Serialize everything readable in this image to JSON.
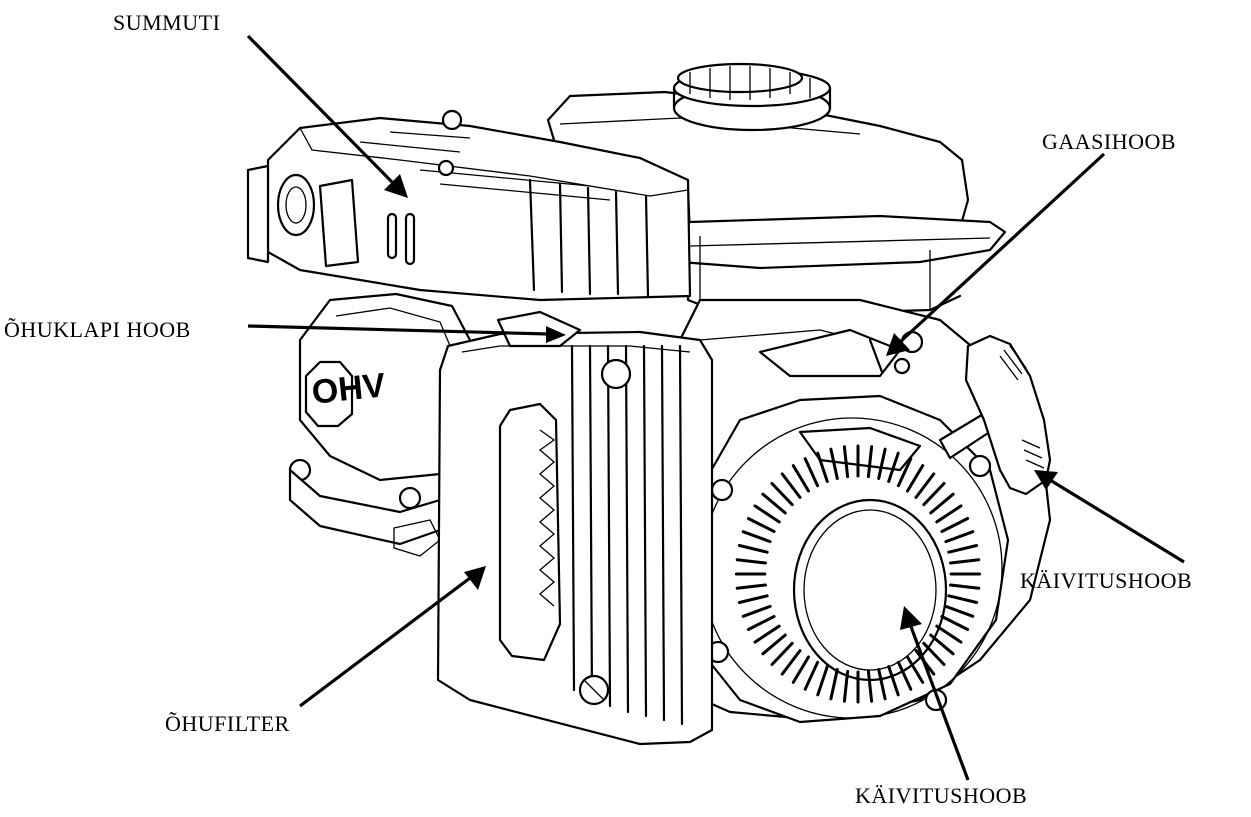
{
  "labels": {
    "muffler": "SUMMUTI",
    "throttle_lever": "GAASIHOOB",
    "choke_lever": "ÕHUKLAPI HOOB",
    "starter_handle": "KÄIVITUSHOOB",
    "air_filter": "ÕHUFILTER",
    "recoil_starter": "KÄIVITUSHOOB"
  },
  "engine": {
    "valve_cover_text": "OHV"
  },
  "colors": {
    "line": "#000000",
    "background": "#ffffff"
  }
}
